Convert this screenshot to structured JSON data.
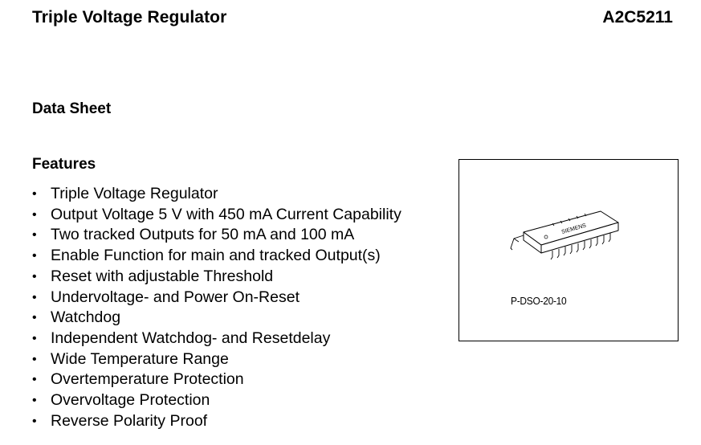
{
  "header": {
    "title": "Triple Voltage Regulator",
    "part_number": "A2C5211"
  },
  "doc_type": "Data Sheet",
  "features": {
    "heading": "Features",
    "bullet": "•",
    "items": [
      "Triple Voltage Regulator",
      "Output Voltage 5 V with 450 mA Current Capability",
      "Two tracked Outputs for 50 mA and 100 mA",
      "Enable Function for main and tracked Output(s)",
      "Reset with adjustable Threshold",
      "Undervoltage- and Power On-Reset",
      "Watchdog",
      "Independent Watchdog- and Resetdelay",
      "Wide Temperature Range",
      "Overtemperature Protection",
      "Overvoltage Protection",
      "Reverse Polarity Proof"
    ]
  },
  "package": {
    "label": "P-DSO-20-10",
    "chip_marking": "SIEMENS"
  }
}
